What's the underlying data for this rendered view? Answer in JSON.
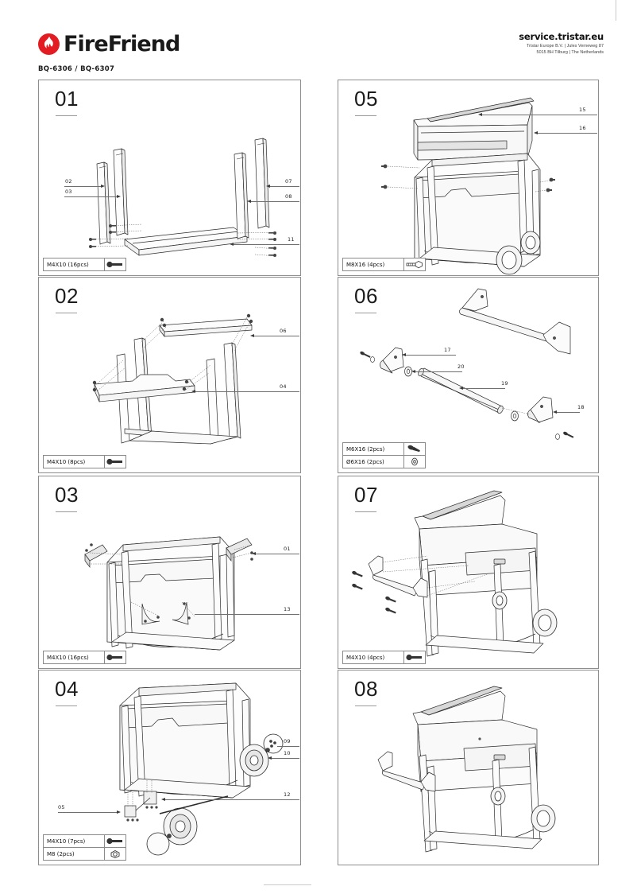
{
  "document": {
    "brand_name": "FireFriend",
    "model_line": "BQ-6306 / BQ-6307",
    "service_url": "service.tristar.eu",
    "service_address_line1": "Tristar Europe B.V.  |  Jules Verneweg 87",
    "service_address_line2": "5015 BH Tilburg  |  The Netherlands",
    "brand_color": "#e31b23",
    "panel_border_color": "#8e8e8e"
  },
  "steps": [
    {
      "number": "01",
      "hardware": [
        {
          "label": "M4X10  (16pcs)",
          "icon": "bolt-icon"
        }
      ],
      "callouts": [
        {
          "text": "02"
        },
        {
          "text": "03"
        },
        {
          "text": "07"
        },
        {
          "text": "08"
        },
        {
          "text": "11"
        }
      ]
    },
    {
      "number": "02",
      "hardware": [
        {
          "label": "M4X10  (8pcs)",
          "icon": "bolt-icon"
        }
      ],
      "callouts": [
        {
          "text": "06"
        },
        {
          "text": "04"
        }
      ]
    },
    {
      "number": "03",
      "hardware": [
        {
          "label": "M4X10  (16pcs)",
          "icon": "bolt-icon"
        }
      ],
      "callouts": [
        {
          "text": "01"
        },
        {
          "text": "13"
        }
      ]
    },
    {
      "number": "04",
      "hardware": [
        {
          "label": "M4X10  (7pcs)",
          "icon": "bolt-icon"
        },
        {
          "label": "M8  (2pcs)",
          "icon": "nut-icon"
        }
      ],
      "callouts": [
        {
          "text": "09"
        },
        {
          "text": "10"
        },
        {
          "text": "12"
        },
        {
          "text": "05"
        }
      ]
    },
    {
      "number": "05",
      "hardware": [
        {
          "label": "M8X16  (4pcs)",
          "icon": "hex-bolt-icon"
        }
      ],
      "callouts": [
        {
          "text": "15"
        },
        {
          "text": "16"
        }
      ]
    },
    {
      "number": "06",
      "hardware": [
        {
          "label": "M6X16  (2pcs)",
          "icon": "screw-icon"
        },
        {
          "label": "Ø6X16  (2pcs)",
          "icon": "washer-icon"
        }
      ],
      "callouts": [
        {
          "text": "17"
        },
        {
          "text": "20"
        },
        {
          "text": "19"
        },
        {
          "text": "18"
        }
      ]
    },
    {
      "number": "07",
      "hardware": [
        {
          "label": "M4X10  (4pcs)",
          "icon": "bolt-icon"
        }
      ],
      "callouts": []
    },
    {
      "number": "08",
      "hardware": [],
      "callouts": []
    }
  ]
}
